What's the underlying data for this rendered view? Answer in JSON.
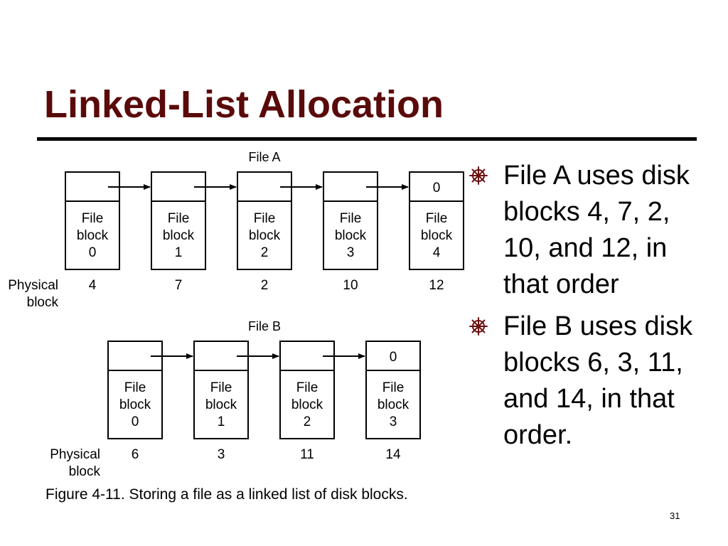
{
  "slide": {
    "title": "Linked-List Allocation",
    "page_number": "31"
  },
  "figure": {
    "caption": "Figure 4-11. Storing a file as a linked list of disk blocks.",
    "physical_label_line1": "Physical",
    "physical_label_line2": "block",
    "files": [
      {
        "label": "File A",
        "end_marker": "0",
        "blocks": [
          {
            "line1": "File",
            "line2": "block",
            "index": "0",
            "physical": "4"
          },
          {
            "line1": "File",
            "line2": "block",
            "index": "1",
            "physical": "7"
          },
          {
            "line1": "File",
            "line2": "block",
            "index": "2",
            "physical": "2"
          },
          {
            "line1": "File",
            "line2": "block",
            "index": "3",
            "physical": "10"
          },
          {
            "line1": "File",
            "line2": "block",
            "index": "4",
            "physical": "12"
          }
        ]
      },
      {
        "label": "File B",
        "end_marker": "0",
        "blocks": [
          {
            "line1": "File",
            "line2": "block",
            "index": "0",
            "physical": "6"
          },
          {
            "line1": "File",
            "line2": "block",
            "index": "1",
            "physical": "3"
          },
          {
            "line1": "File",
            "line2": "block",
            "index": "2",
            "physical": "11"
          },
          {
            "line1": "File",
            "line2": "block",
            "index": "3",
            "physical": "14"
          }
        ]
      }
    ]
  },
  "bullets": [
    {
      "icon": "wheel-bullet-icon",
      "text": "File A uses disk blocks 4, 7, 2, 10, and 12, in that order"
    },
    {
      "icon": "wheel-bullet-icon",
      "text": "File B uses disk blocks 6, 3, 11, and 14, in that order."
    }
  ],
  "colors": {
    "title": "#5a0a0a",
    "bullet_icon": "#6b0f0f"
  }
}
